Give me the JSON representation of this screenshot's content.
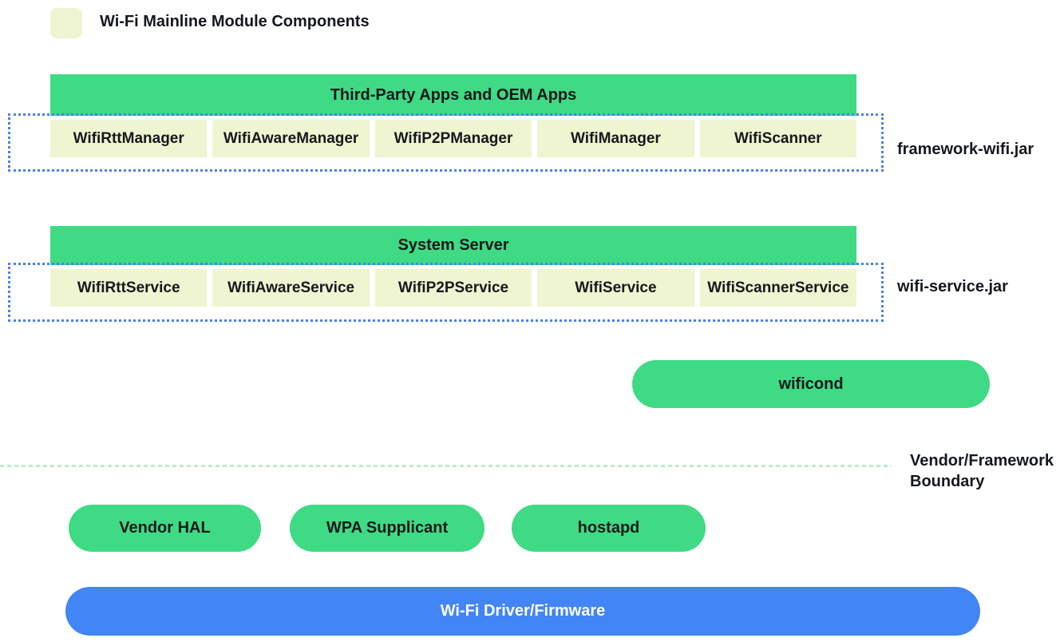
{
  "colors": {
    "green": "#3fda84",
    "pale": "#eef5d0",
    "blue": "#4285f4",
    "dotted_blue": "#4a80f0",
    "boundary_green": "#b9ecca",
    "text": "#15181c",
    "white_text": "#ffffff"
  },
  "diagram": {
    "legend": {
      "label": "Wi-Fi Mainline Module Components"
    },
    "framework_group": {
      "header": "Third-Party Apps and OEM Apps",
      "boxes": [
        "WifiRttManager",
        "WifiAwareManager",
        "WifiP2PManager",
        "WifiManager",
        "WifiScanner"
      ],
      "jar_label": "framework-wifi.jar"
    },
    "system_group": {
      "header": "System Server",
      "boxes": [
        "WifiRttService",
        "WifiAwareService",
        "WifiP2PService",
        "WifiService",
        "WifiScannerService"
      ],
      "jar_label": "wifi-service.jar"
    },
    "wificond": {
      "label": "wificond"
    },
    "boundary": {
      "label": "Vendor/Framework Boundary"
    },
    "vendor_pills": [
      "Vendor HAL",
      "WPA Supplicant",
      "hostapd"
    ],
    "driver_bar": {
      "label": "Wi-Fi Driver/Firmware"
    }
  }
}
